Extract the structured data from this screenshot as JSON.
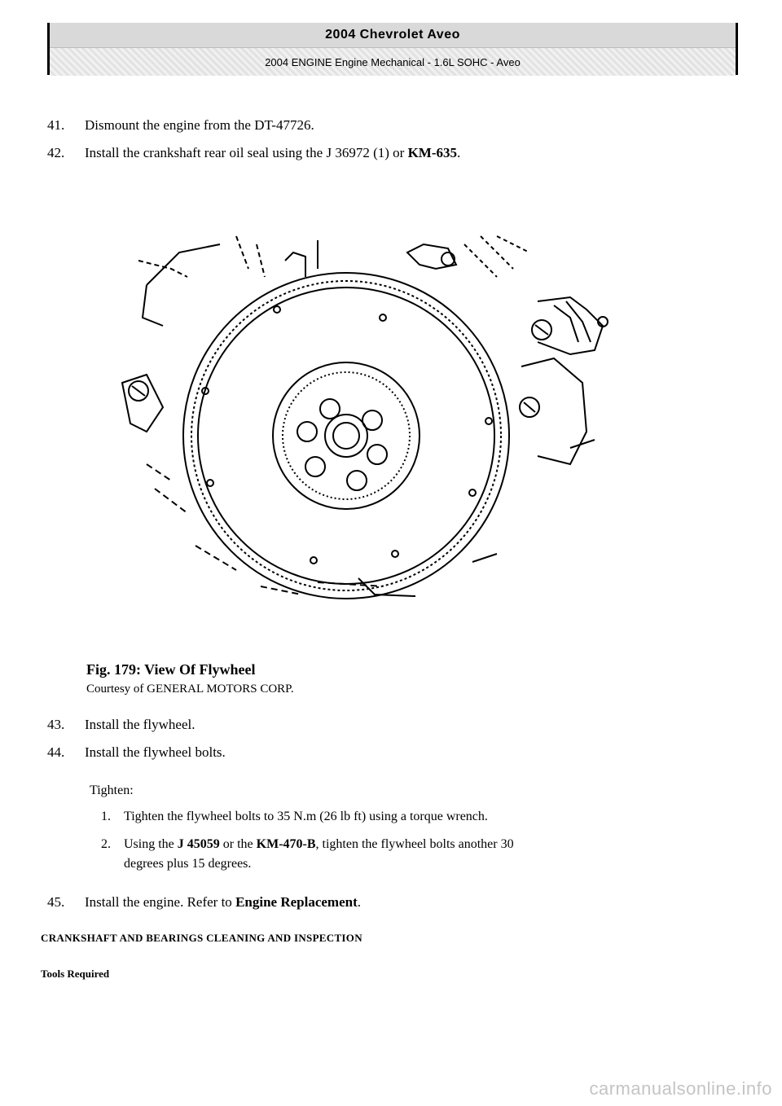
{
  "header": {
    "title": "2004 Chevrolet Aveo",
    "subtitle": "2004 ENGINE Engine Mechanical - 1.6L SOHC - Aveo"
  },
  "steps_before": [
    {
      "num": "41.",
      "text": "Dismount the engine from the DT-47726."
    },
    {
      "num": "42.",
      "pre": "Install the crankshaft rear oil seal using the J 36972 (1) or ",
      "bold": "KM-635",
      "post": "."
    }
  ],
  "figure": {
    "caption": "Fig. 179: View Of Flywheel",
    "credit": "Courtesy of GENERAL MOTORS CORP."
  },
  "steps_after": [
    {
      "num": "43.",
      "text": "Install the flywheel."
    },
    {
      "num": "44.",
      "text": "Install the flywheel bolts."
    }
  ],
  "tighten": {
    "label": "Tighten:",
    "items": [
      {
        "num": "1.",
        "text": "Tighten the flywheel bolts to 35 N.m (26 lb ft) using a torque wrench."
      },
      {
        "num": "2.",
        "pre": "Using the ",
        "bold1": "J 45059",
        "mid": " or the ",
        "bold2": "KM-470-B",
        "post": ", tighten the flywheel bolts another 30",
        "line2": "degrees plus 15 degrees."
      }
    ]
  },
  "step_45": {
    "num": "45.",
    "pre": "Install the engine. Refer to ",
    "bold": "Engine Replacement",
    "post": "."
  },
  "section_title": "CRANKSHAFT AND BEARINGS CLEANING AND INSPECTION",
  "tools_required": "Tools Required",
  "watermark": "carmanualsonline.info"
}
